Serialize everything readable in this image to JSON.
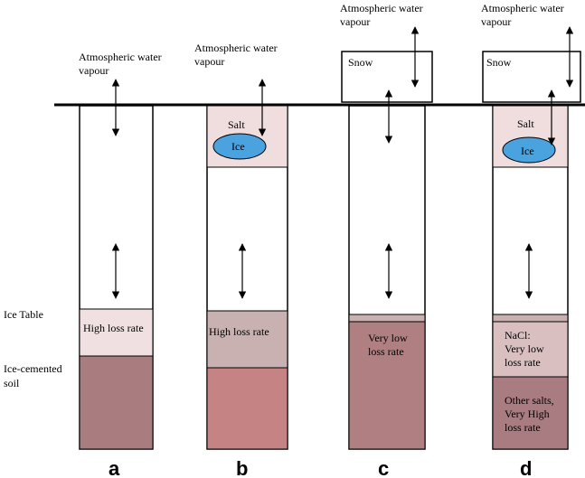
{
  "left_labels": {
    "ice_table": "Ice Table",
    "soil_line1": "Ice-cemented",
    "soil_line2": "soil"
  },
  "columns": {
    "a": {
      "letter": "a",
      "vapour1": "Atmospheric water",
      "vapour2": "vapour",
      "rate1": "High loss rate"
    },
    "b": {
      "letter": "b",
      "vapour1": "Atmospheric water",
      "vapour2": "vapour",
      "salt": "Salt",
      "ice": "Ice",
      "rate1": "High loss rate"
    },
    "c": {
      "letter": "c",
      "vapour1": "Atmospheric water",
      "vapour2": "vapour",
      "snow": "Snow",
      "rate1": "Very low",
      "rate2": "loss rate"
    },
    "d": {
      "letter": "d",
      "vapour1": "Atmospheric water",
      "vapour2": "vapour",
      "snow": "Snow",
      "salt": "Salt",
      "ice": "Ice",
      "nacl1": "NaCl:",
      "nacl2": "Very low",
      "nacl3": "loss rate",
      "other1": "Other salts,",
      "other2": "Very High",
      "other3": "loss rate"
    }
  },
  "colors": {
    "soil_a": "#a97c80",
    "soil_b": "#c58384",
    "soil_c": "#b07f82",
    "table_light": "#f0e0e1",
    "table_mid": "#c9b1b1",
    "salt_fill": "#f0dede",
    "ice_fill": "#4aa3df",
    "nacl_fill": "#d9bfc0",
    "other_fill": "#a87c80"
  }
}
